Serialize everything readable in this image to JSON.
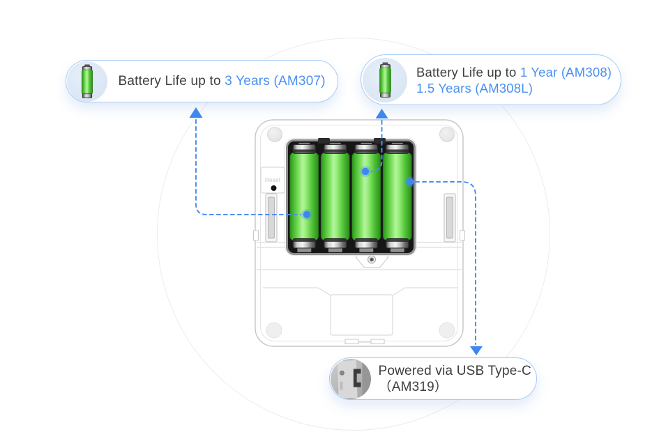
{
  "callouts": {
    "am307": {
      "icon": "battery-icon",
      "prefix": "Battery Life up to ",
      "value": "3 Years (AM307)"
    },
    "am308": {
      "icon": "battery-icon",
      "prefix": "Battery Life up to ",
      "value_line1": "1 Year (AM308)",
      "value_line2": "1.5 Years (AM308L)"
    },
    "am319": {
      "icon": "usb-type-c-port-icon",
      "line1": "Powered via USB Type-C",
      "line2": "（AM319）"
    }
  },
  "device": {
    "reset_label": "Reset"
  },
  "colors": {
    "accent_blue": "#4a90f2",
    "text_dark": "#3e3e3e",
    "pill_border": "#a7cbf6",
    "battery_green": "#57cd3b",
    "icon_circle_bg": "#dce7f4"
  }
}
